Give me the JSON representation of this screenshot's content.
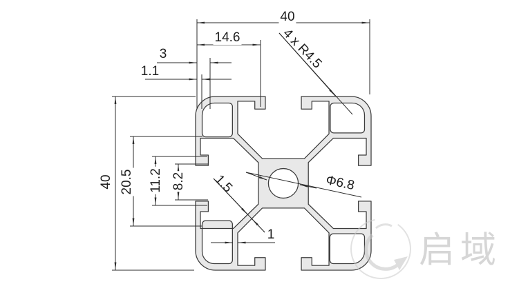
{
  "drawing": {
    "dimensions": {
      "overall_width": "40",
      "overall_height": "40",
      "face_to_slot": "14.6",
      "hook_depth": "3",
      "lip_thickness": "1.1",
      "corner_radius_note": "4 x R4.5",
      "slot_inner_span": "20.5",
      "slot_mouth_outer": "11.2",
      "slot_opening": "8.2",
      "web_thickness": "1.5",
      "center_hole_diameter": "Φ6.8",
      "wall_thickness": "1"
    },
    "watermark": {
      "brand_text": "启域"
    },
    "colors": {
      "profile_fill": "#e8e8e8",
      "line_color": "#2b2b2b",
      "text_color": "#1e1e1e",
      "watermark_color": "#cbcbcb"
    }
  }
}
